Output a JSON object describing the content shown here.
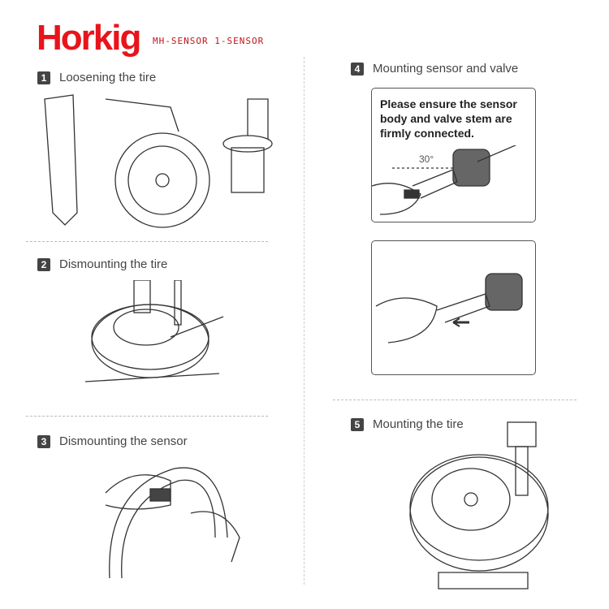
{
  "brand": {
    "logo": "Horkig",
    "subtitle": "MH-SENSOR 1-SENSOR"
  },
  "steps": [
    {
      "num": "1",
      "label": "Loosening the tire"
    },
    {
      "num": "2",
      "label": "Dismounting the tire"
    },
    {
      "num": "3",
      "label": "Dismounting the sensor"
    },
    {
      "num": "4",
      "label": "Mounting sensor and valve"
    },
    {
      "num": "5",
      "label": "Mounting the tire"
    }
  ],
  "note": "Please ensure the sensor body and valve stem are firmly connected.",
  "angle": "30°"
}
